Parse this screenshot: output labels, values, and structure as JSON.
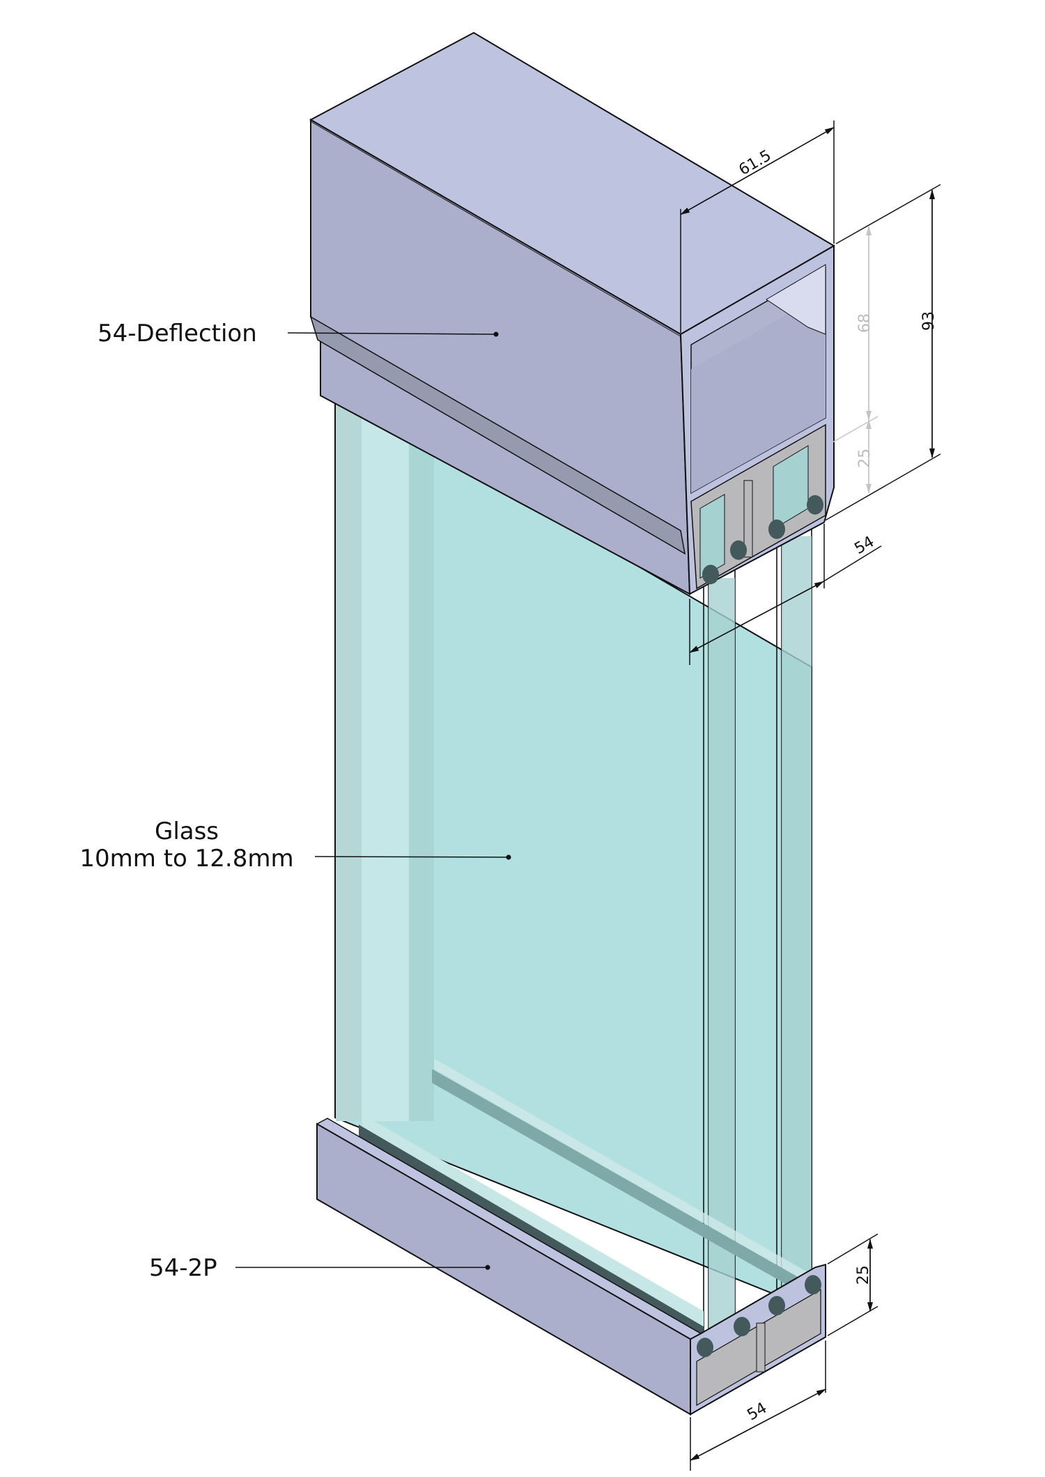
{
  "drawing": {
    "type": "isometric-section-drawing",
    "subject": "Double glazed partition head and base profile assembly"
  },
  "callouts": [
    {
      "id": "head",
      "label": "54-Deflection"
    },
    {
      "id": "glass",
      "label_line1": "Glass",
      "label_line2": "10mm to 12.8mm"
    },
    {
      "id": "base",
      "label": "54-2P"
    }
  ],
  "dimensions": {
    "head_depth": "61.5",
    "head_total_height": "93",
    "head_upper_height": "68",
    "head_lower_height": "25",
    "head_width": "54",
    "base_height": "25",
    "base_width": "54"
  },
  "colors": {
    "aluminium_top": "#bec4df",
    "aluminium_front": "#abafcb",
    "aluminium_chamfer": "#959aae",
    "aluminium_section": "#b9b9bb",
    "glass_main": "#b2dfdf",
    "glass_light": "#c6e7e7",
    "glass_edge": "#b7d6d6",
    "gasket_dark": "#44595b",
    "line": "#111111",
    "dim_grey": "#bdbdbd"
  }
}
